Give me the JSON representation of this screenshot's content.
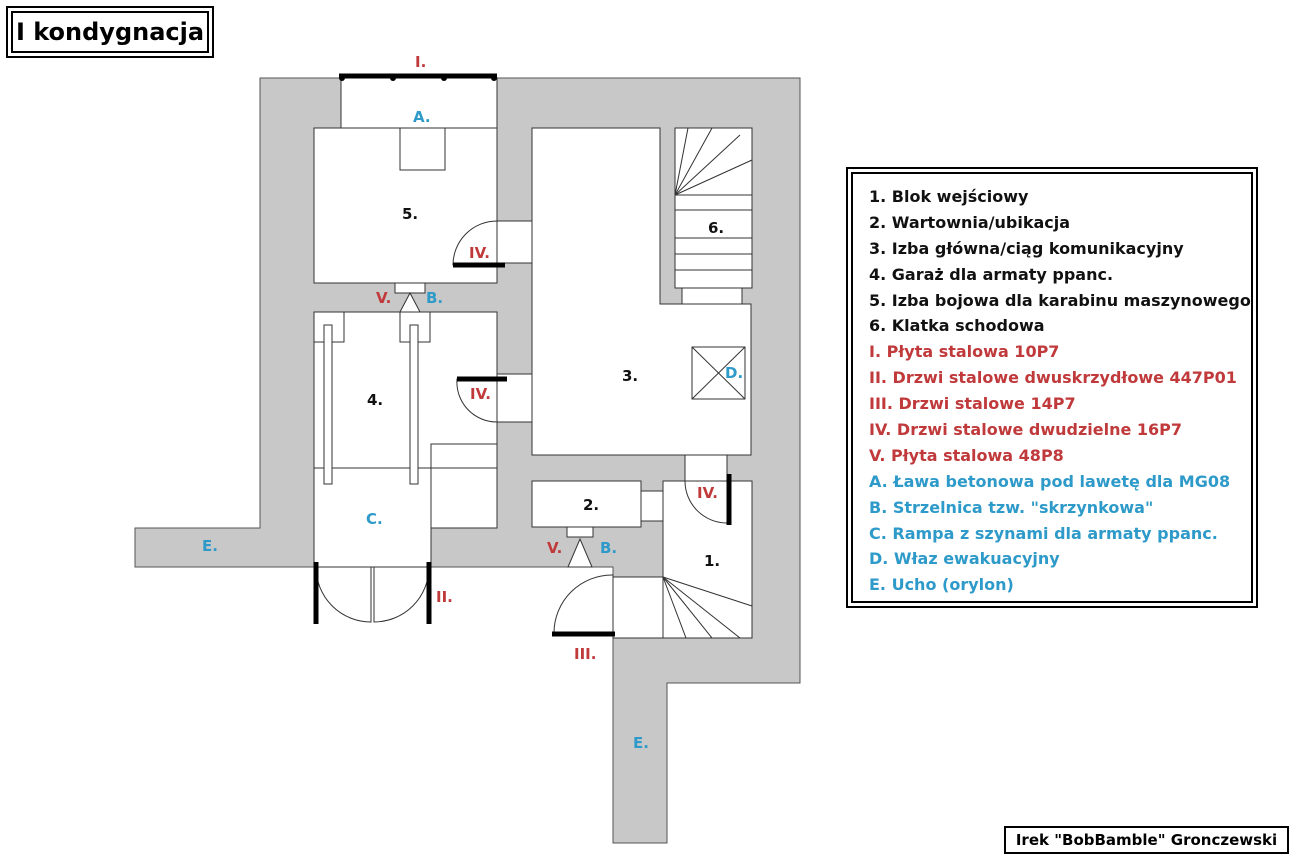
{
  "title": "I kondygnacja",
  "credit": "Irek \"BobBamble\" Gronczewski",
  "colors": {
    "wall": "#c8c8c8",
    "red": "#c0393b",
    "blue": "#2e9ac9",
    "black": "#111111"
  },
  "rooms": {
    "r1": "1.",
    "r2": "2.",
    "r3": "3.",
    "r4": "4.",
    "r5": "5.",
    "r6": "6."
  },
  "markers": {
    "I": "I.",
    "II": "II.",
    "III": "III.",
    "IV": "IV.",
    "V": "V.",
    "A": "A.",
    "B": "B.",
    "C": "C.",
    "D": "D.",
    "E": "E."
  },
  "legend": [
    {
      "text": "1. Blok wejściowy",
      "color": "#111111"
    },
    {
      "text": "2. Wartownia/ubikacja",
      "color": "#111111"
    },
    {
      "text": "3. Izba główna/ciąg komunikacyjny",
      "color": "#111111"
    },
    {
      "text": "4. Garaż dla armaty ppanc.",
      "color": "#111111"
    },
    {
      "text": "5. Izba bojowa dla karabinu maszynowego",
      "color": "#111111"
    },
    {
      "text": "6. Klatka schodowa",
      "color": "#111111"
    },
    {
      "text": "I. Płyta stalowa 10P7",
      "color": "#c0393b"
    },
    {
      "text": "II. Drzwi stalowe dwuskrzydłowe 447P01",
      "color": "#c0393b"
    },
    {
      "text": "III. Drzwi stalowe 14P7",
      "color": "#c0393b"
    },
    {
      "text": "IV. Drzwi stalowe dwudzielne 16P7",
      "color": "#c0393b"
    },
    {
      "text": "V. Płyta stalowa 48P8",
      "color": "#c0393b"
    },
    {
      "text": "A. Ława betonowa pod lawetę dla MG08",
      "color": "#2e9ac9"
    },
    {
      "text": "B. Strzelnica tzw. \"skrzynkowa\"",
      "color": "#2e9ac9"
    },
    {
      "text": "C. Rampa z szynami dla armaty ppanc.",
      "color": "#2e9ac9"
    },
    {
      "text": "D. Właz ewakuacyjny",
      "color": "#2e9ac9"
    },
    {
      "text": "E. Ucho (orylon)",
      "color": "#2e9ac9"
    }
  ]
}
